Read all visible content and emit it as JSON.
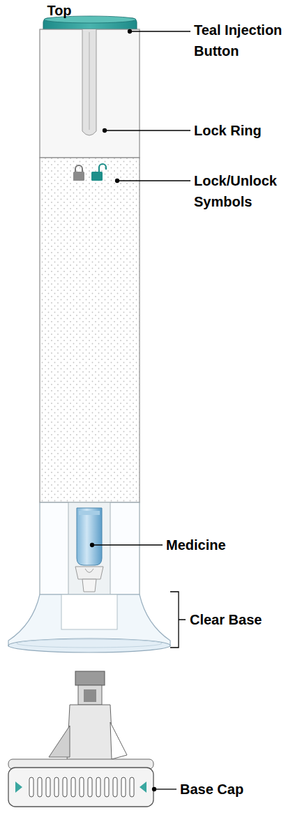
{
  "diagram": {
    "labels": [
      "Top",
      "Teal Injection Button",
      "Lock Ring",
      "Lock/Unlock Symbols",
      "Medicine",
      "Clear Base",
      "Base Cap"
    ]
  }
}
